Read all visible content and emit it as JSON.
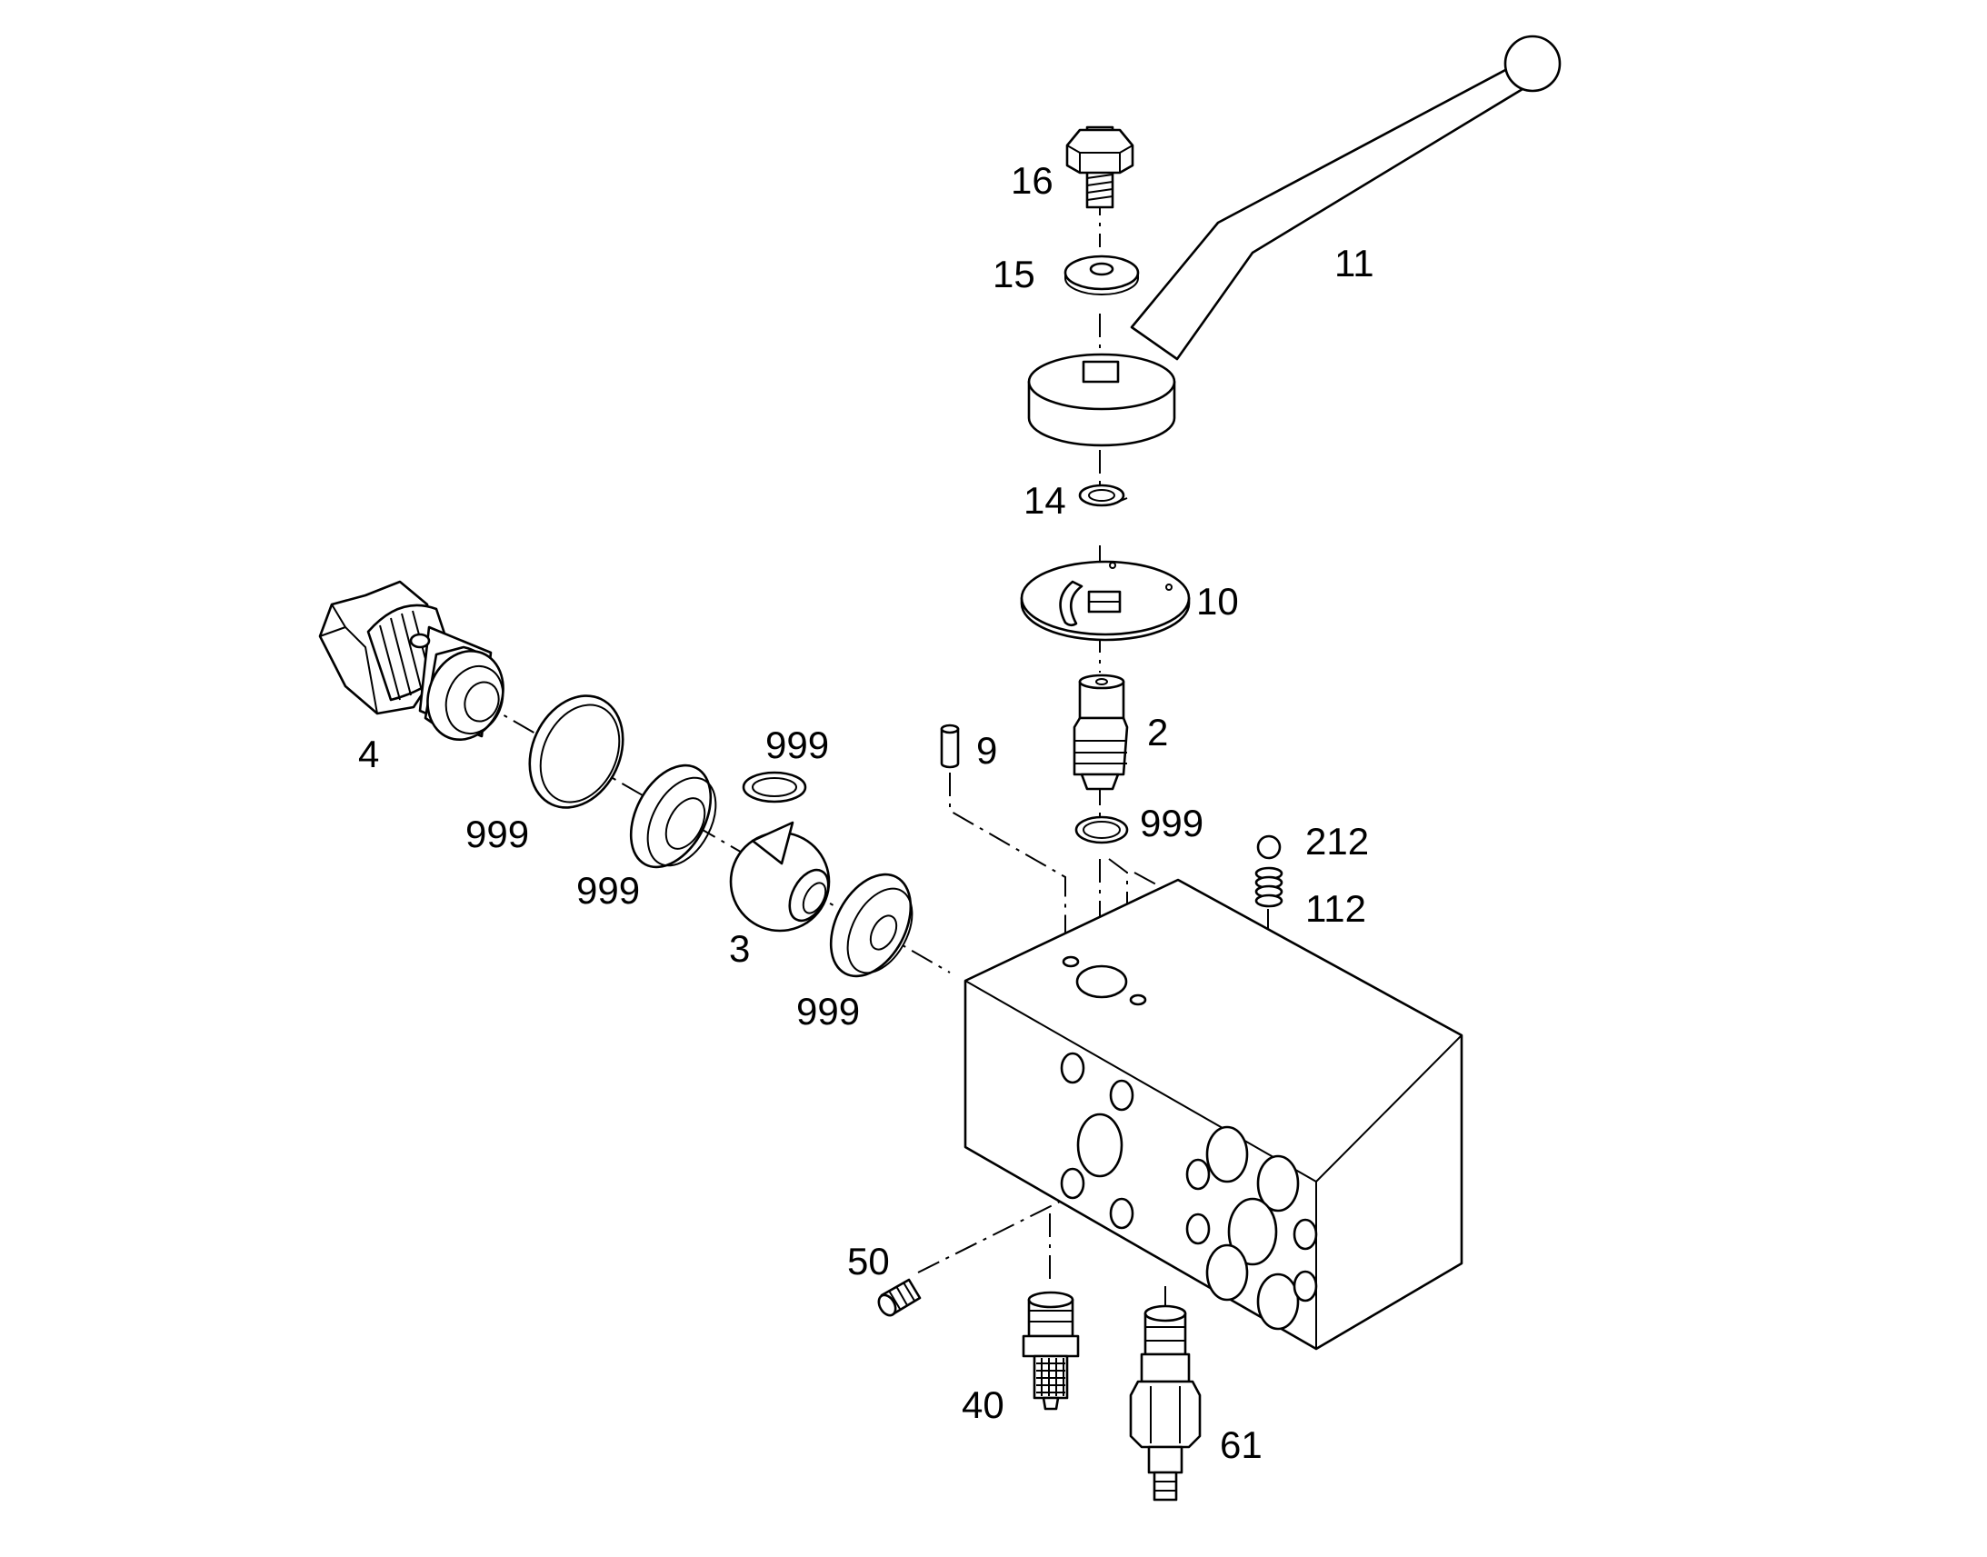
{
  "labels": {
    "l16": "16",
    "l15": "15",
    "l11": "11",
    "l14": "14",
    "l10": "10",
    "l2": "2",
    "l9": "9",
    "l4": "4",
    "l999a": "999",
    "l999b": "999",
    "l999c": "999",
    "l999d": "999",
    "l999e": "999",
    "l3": "3",
    "l212": "212",
    "l112": "112",
    "l50": "50",
    "l40": "40",
    "l61": "61"
  }
}
